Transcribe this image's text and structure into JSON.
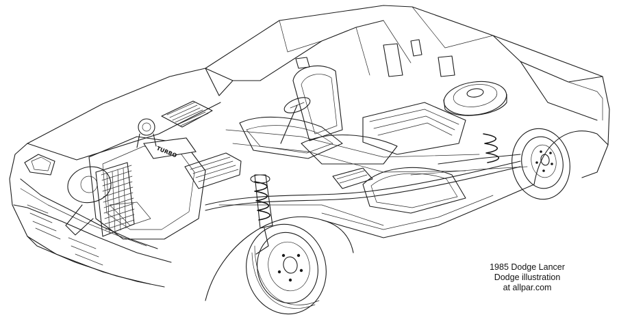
{
  "illustration": {
    "subject": "car-cutaway-drawing",
    "engine_badge": "TURBO",
    "line_color": "#1a1a1a",
    "background_color": "#ffffff"
  },
  "caption": {
    "line1": "1985 Dodge Lancer",
    "line2": "Dodge illustration",
    "line3": "at allpar.com"
  }
}
